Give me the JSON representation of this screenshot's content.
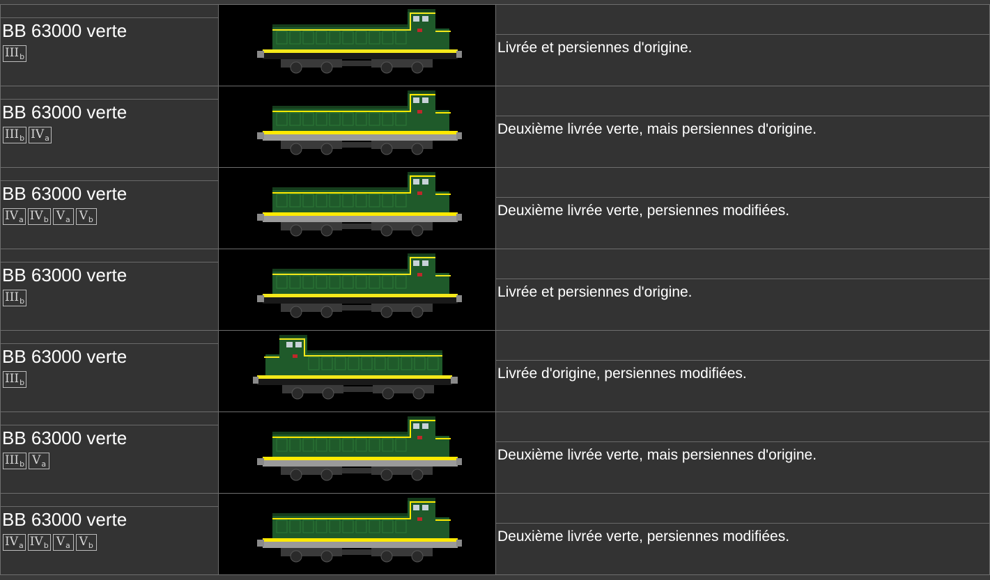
{
  "rows": [
    {
      "name": "BB 63000 verte",
      "epochs": [
        {
          "roman": "III",
          "sub": "b"
        }
      ],
      "description": "Livrée et persiennes d'origine.",
      "cab": "right",
      "stripe": "#f4e81a",
      "frame": "#1a1a1a"
    },
    {
      "name": "BB 63000 verte",
      "epochs": [
        {
          "roman": "III",
          "sub": "b"
        },
        {
          "roman": "IV",
          "sub": "a"
        }
      ],
      "description": "Deuxième livrée verte, mais persiennes d'origine.",
      "cab": "right",
      "stripe": "#ffea00",
      "frame": "#9a9a9a"
    },
    {
      "name": "BB 63000 verte",
      "epochs": [
        {
          "roman": "IV",
          "sub": "a"
        },
        {
          "roman": "IV",
          "sub": "b"
        },
        {
          "roman": "V",
          "sub": "a"
        },
        {
          "roman": "V",
          "sub": "b"
        }
      ],
      "description": "Deuxième livrée verte, persiennes modifiées.",
      "cab": "right",
      "stripe": "#ffea00",
      "frame": "#9a9a9a"
    },
    {
      "name": "BB 63000 verte",
      "epochs": [
        {
          "roman": "III",
          "sub": "b"
        }
      ],
      "description": "Livrée et persiennes d'origine.",
      "cab": "right",
      "stripe": "#f4e81a",
      "frame": "#1a1a1a"
    },
    {
      "name": "BB 63000 verte",
      "epochs": [
        {
          "roman": "III",
          "sub": "b"
        }
      ],
      "description": "Livrée d'origine, persiennes modifiées.",
      "cab": "left",
      "stripe": "#f4e81a",
      "frame": "#1a1a1a"
    },
    {
      "name": "BB 63000 verte",
      "epochs": [
        {
          "roman": "III",
          "sub": "b"
        },
        {
          "roman": "V",
          "sub": "a"
        }
      ],
      "description": "Deuxième livrée verte, mais persiennes d'origine.",
      "cab": "right",
      "stripe": "#ffea00",
      "frame": "#9a9a9a"
    },
    {
      "name": "BB 63000 verte",
      "epochs": [
        {
          "roman": "IV",
          "sub": "a"
        },
        {
          "roman": "IV",
          "sub": "b"
        },
        {
          "roman": "V",
          "sub": "a"
        },
        {
          "roman": "V",
          "sub": "b"
        }
      ],
      "description": "Deuxième livrée verte, persiennes modifiées.",
      "cab": "right",
      "stripe": "#ffea00",
      "frame": "#9a9a9a"
    }
  ],
  "colors": {
    "body": "#1f5a2a",
    "dark": "#153d1c",
    "light": "#2e7a38"
  }
}
